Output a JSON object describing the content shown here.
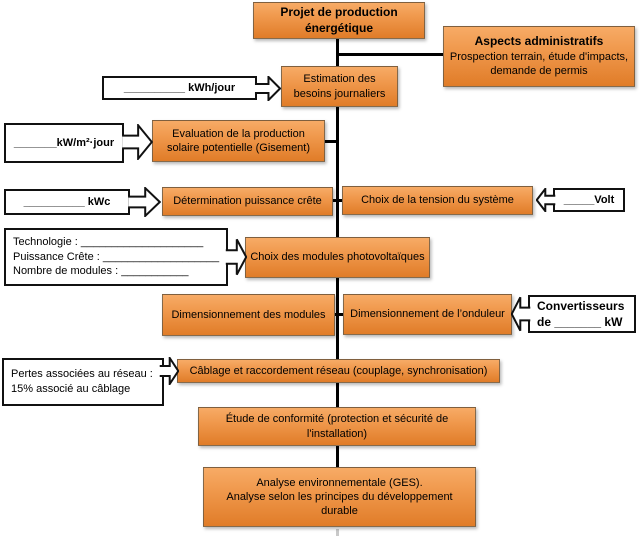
{
  "diagram": {
    "title": "Projet de production énergétique",
    "colors": {
      "node_gradient_top": "#F7AB66",
      "node_gradient_bottom": "#E07C28",
      "connector": "#000000",
      "callout_bg": "#FFFFFF",
      "callout_border": "#111111",
      "text": "#000000"
    }
  },
  "boxes": {
    "projet": {
      "title": "Projet de production énergétique"
    },
    "aspects": {
      "title": "Aspects administratifs",
      "body": "Prospection terrain, étude d'impacts, demande de permis"
    },
    "estimation": {
      "label": "Estimation des besoins journaliers"
    },
    "evaluation": {
      "label": "Evaluation de la production solaire potentielle (Gisement)"
    },
    "determination": {
      "label": "Détermination puissance crête"
    },
    "tension": {
      "label": "Choix de la tension du système"
    },
    "choix_modules": {
      "label": "Choix des modules photovoltaïques"
    },
    "dim_modules": {
      "label": "Dimensionnement des modules"
    },
    "dim_onduleur": {
      "label": "Dimensionnement de l’onduleur"
    },
    "cablage": {
      "label": "Câblage et raccordement réseau (couplage, synchronisation)"
    },
    "etude": {
      "label": "Étude de conformité (protection et sécurité de l'installation)"
    },
    "analyse": {
      "line1": "Analyse environnementale (GES).",
      "line2": "Analyse selon les principes du développement durable"
    }
  },
  "callouts": {
    "kwh_jour": {
      "label": "__________ kWh/jour"
    },
    "kw_m2_jour": {
      "label": "_______kW/m²·jour"
    },
    "kwc": {
      "label": "__________ kWc"
    },
    "tech": {
      "line1": "Technologie :  ____________________",
      "line2": "Puissance Crête :  ___________________",
      "line3": "Nombre de modules :    ___________"
    },
    "volt": {
      "label": "_____Volt"
    },
    "convertisseurs": {
      "line1": "Convertisseurs",
      "line2": "de  _______  kW"
    },
    "pertes": {
      "line1": "Pertes associées au réseau :",
      "line2": "15% associé au câblage"
    }
  }
}
